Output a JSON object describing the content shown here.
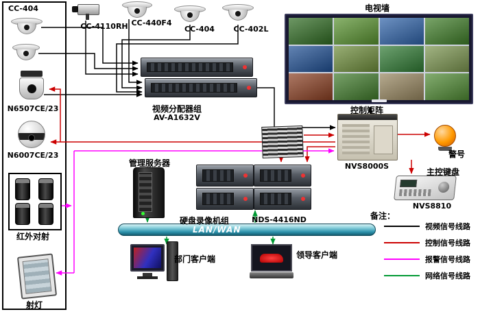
{
  "labels": {
    "tv_wall": "电视墙",
    "cc404_box": "CC-404",
    "cc4110rh": "CC-4110RH",
    "cc440f4": "CC-440F4",
    "cc404_top": "CC-404",
    "cc402l": "CC-402L",
    "n6507": "N6507CE/23",
    "n6007": "N6007CE/23",
    "infrared": "红外对射",
    "spotlight": "射灯",
    "distributor": "视频分配器组",
    "distributor_model": "AV-A1632V",
    "matrix": "控制矩阵",
    "matrix_model": "NVS8000S",
    "siren": "警号",
    "keyboard": "主控键盘",
    "keyboard_model": "NVS8810",
    "server": "管理服务器",
    "dvr": "硬盘录像机组",
    "dvr_model": "NDS-4416ND",
    "lan": "LAN/WAN",
    "dept_client": "部门客户端",
    "leader_client": "领导客户端",
    "legend_title": "备注："
  },
  "legend": [
    {
      "label": "视频信号线路",
      "color": "#000000"
    },
    {
      "label": "控制信号线路",
      "color": "#cc0000"
    },
    {
      "label": "报警信号线路",
      "color": "#ff00ff"
    },
    {
      "label": "网络信号线路",
      "color": "#009933"
    }
  ]
}
